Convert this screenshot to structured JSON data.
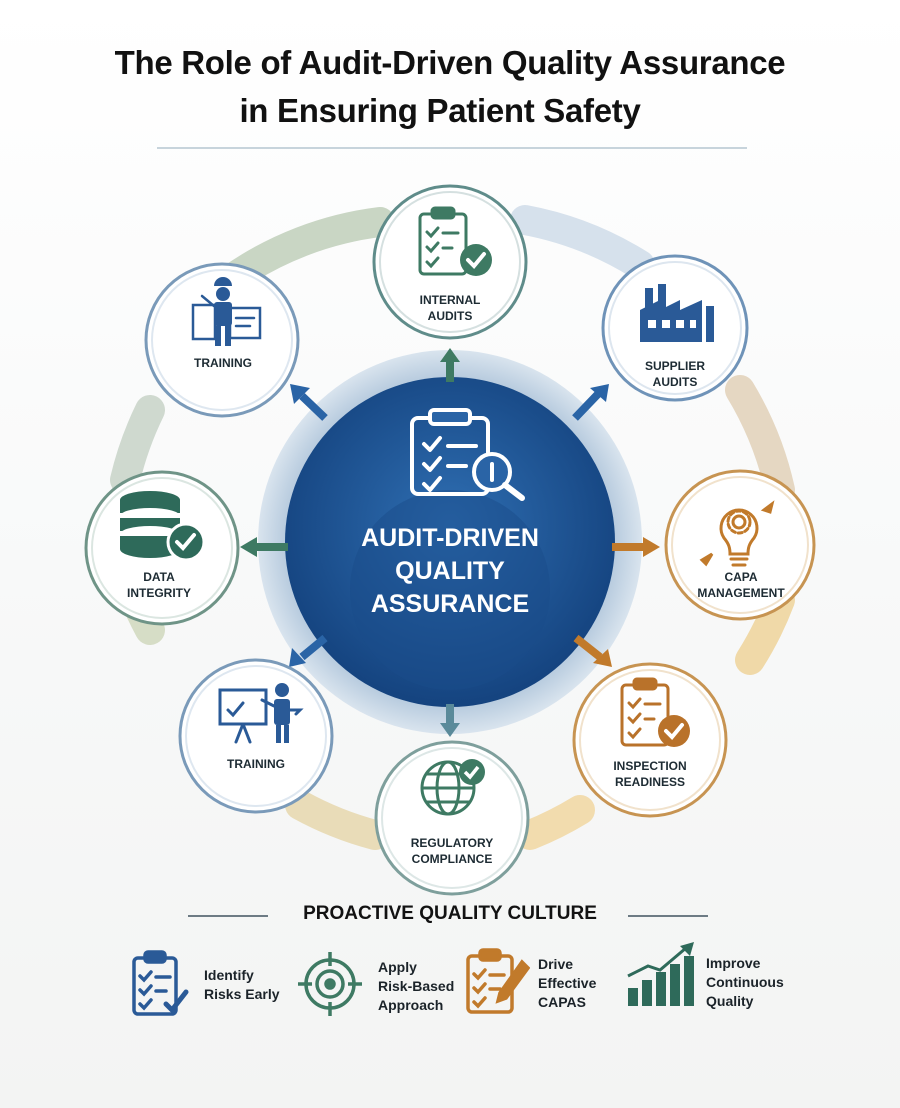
{
  "title": {
    "line1": "The Role of Audit-Driven Quality Assurance",
    "line2": "in Ensuring Patient Safety"
  },
  "center": {
    "line1": "AUDIT-DRIVEN",
    "line2": "QUALITY",
    "line3": "ASSURANCE",
    "icon": "clipboard-magnifier-icon"
  },
  "nodes": [
    {
      "key": "internal-audits",
      "lines": [
        "INTERNAL",
        "AUDITS"
      ],
      "icon": "checklist-check-icon",
      "color": "#3e7a63"
    },
    {
      "key": "supplier-audits",
      "lines": [
        "SUPPLIER",
        "AUDITS"
      ],
      "icon": "factory-icon",
      "color": "#2a5a97"
    },
    {
      "key": "capa-management",
      "lines": [
        "CAPA",
        "MANAGEMENT"
      ],
      "icon": "lightbulb-gear-icon",
      "color": "#c17a2b"
    },
    {
      "key": "inspection-readiness",
      "lines": [
        "INSPECTION",
        "READINESS"
      ],
      "icon": "clipboard-check-icon",
      "color": "#b9722a"
    },
    {
      "key": "regulatory-compliance",
      "lines": [
        "REGULATORY",
        "COMPLIANCE"
      ],
      "icon": "globe-check-icon",
      "color": "#3e7a63"
    },
    {
      "key": "training-bottom",
      "lines": [
        "TRAINING"
      ],
      "icon": "presenter-board-icon",
      "color": "#2a5a97"
    },
    {
      "key": "data-integrity",
      "lines": [
        "DATA",
        "INTEGRITY"
      ],
      "icon": "database-check-icon",
      "color": "#2e6a5a"
    },
    {
      "key": "training-top",
      "lines": [
        "TRAINING"
      ],
      "icon": "worker-icon",
      "color": "#2a5a97"
    }
  ],
  "culture": {
    "title": "PROACTIVE QUALITY CULTURE",
    "items": [
      {
        "lines": [
          "Identify",
          "Risks Early"
        ],
        "icon": "clipboard-checklist-icon",
        "color": "#2a5a97"
      },
      {
        "lines": [
          "Apply",
          "Risk-Based",
          "Approach"
        ],
        "icon": "target-crosshair-icon",
        "color": "#3e7a63"
      },
      {
        "lines": [
          "Drive",
          "Effective",
          "CAPAS"
        ],
        "icon": "clipboard-pen-icon",
        "color": "#c17a2b"
      },
      {
        "lines": [
          "Improve",
          "Continuous",
          "Quality"
        ],
        "icon": "bar-chart-growth-icon",
        "color": "#2e6a5a"
      }
    ]
  }
}
